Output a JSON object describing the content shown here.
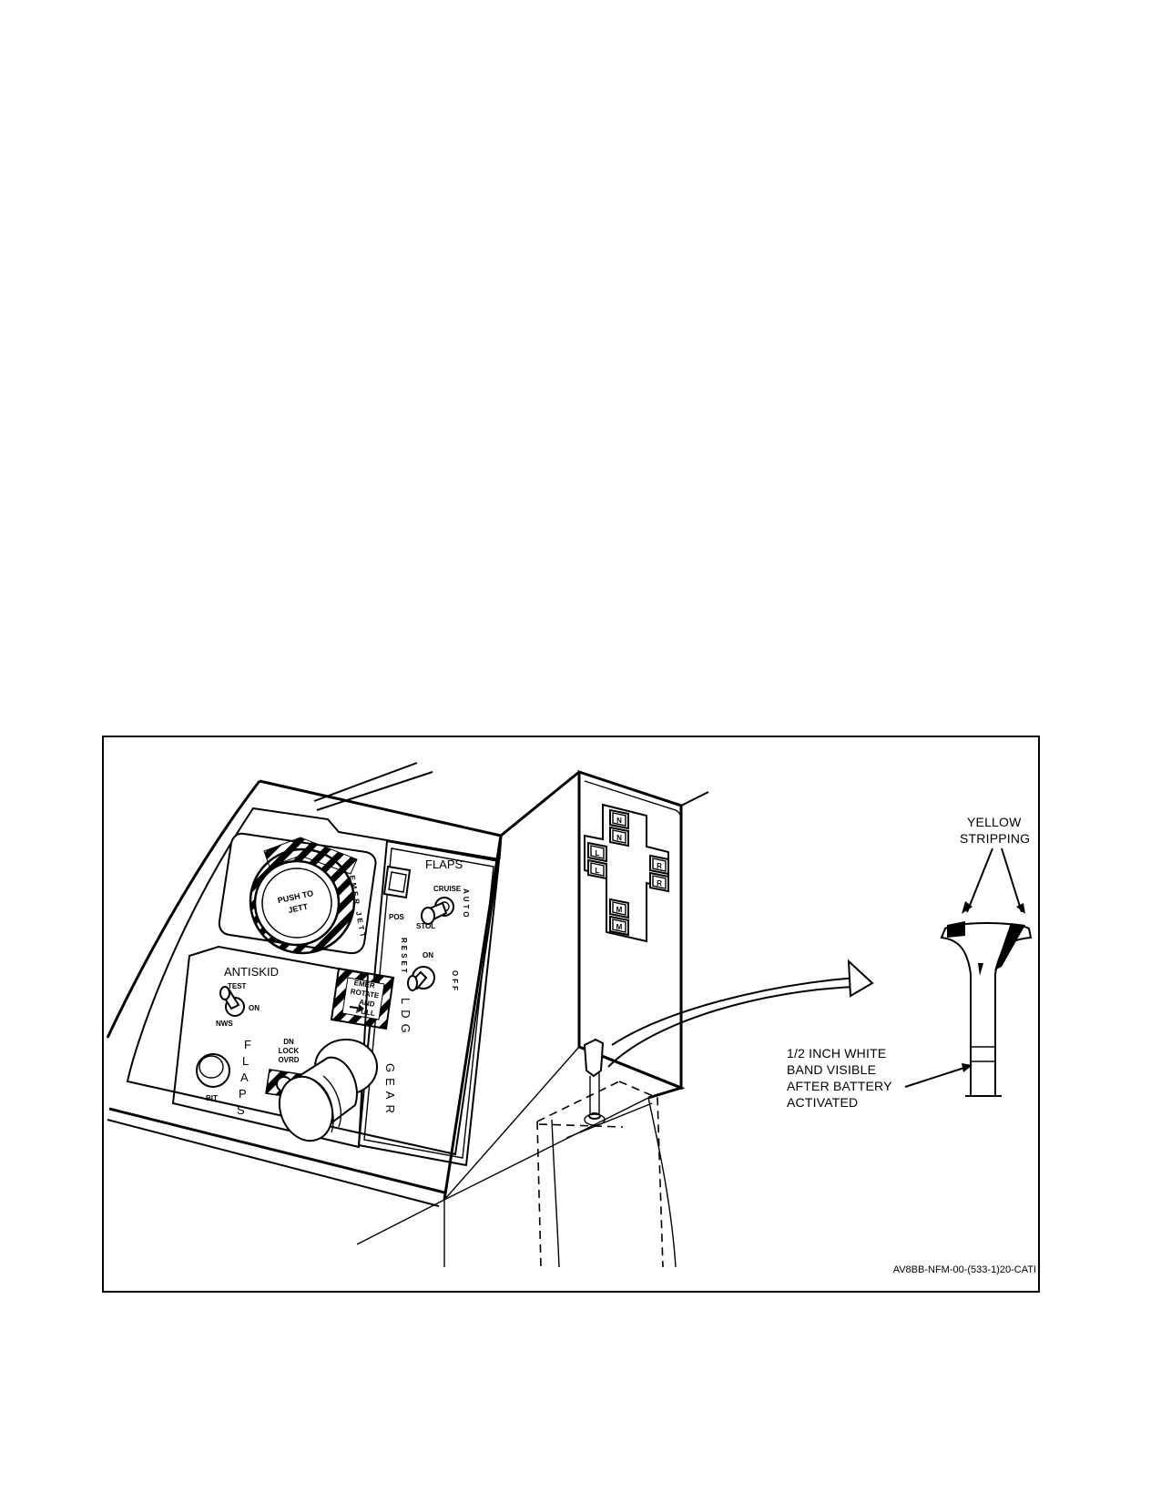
{
  "figure": {
    "id_code": "AV8BB-NFM-00-(533-1)20-CATI",
    "callouts": {
      "yellow_stripping": [
        "YELLOW",
        "STRIPPING"
      ],
      "white_band": [
        "1/2 INCH WHITE",
        "BAND VISIBLE",
        "AFTER BATTERY",
        "ACTIVATED"
      ]
    },
    "panel": {
      "emer_jett_vertical": "EMER JETT",
      "push_to_jett": [
        "PUSH TO",
        "JETT"
      ],
      "flaps_title": "FLAPS",
      "flaps_positions": {
        "pos": "POS",
        "cruise": "CRUISE",
        "stol": "STOL",
        "auto": "AUTO"
      },
      "antiskid_title": "ANTISKID",
      "antiskid_positions": {
        "test": "TEST",
        "on": "ON",
        "nws": "NWS"
      },
      "reset": "RESET",
      "on": "ON",
      "off": "OFF",
      "emer_rotate": [
        "EMER",
        "ROTATE",
        "AND",
        "PULL"
      ],
      "ldg": "LDG",
      "gear": "GEAR",
      "flaps_vertical": "FLAPS",
      "bit": "BIT",
      "dn_lock": [
        "DN",
        "LOCK",
        "OVRD"
      ]
    },
    "indicator": {
      "pairs": [
        {
          "upper": "N",
          "lower": "N"
        },
        {
          "upper": "L",
          "lower": "L"
        },
        {
          "upper": "R",
          "lower": "R"
        },
        {
          "upper": "M",
          "lower": "M"
        }
      ]
    }
  }
}
